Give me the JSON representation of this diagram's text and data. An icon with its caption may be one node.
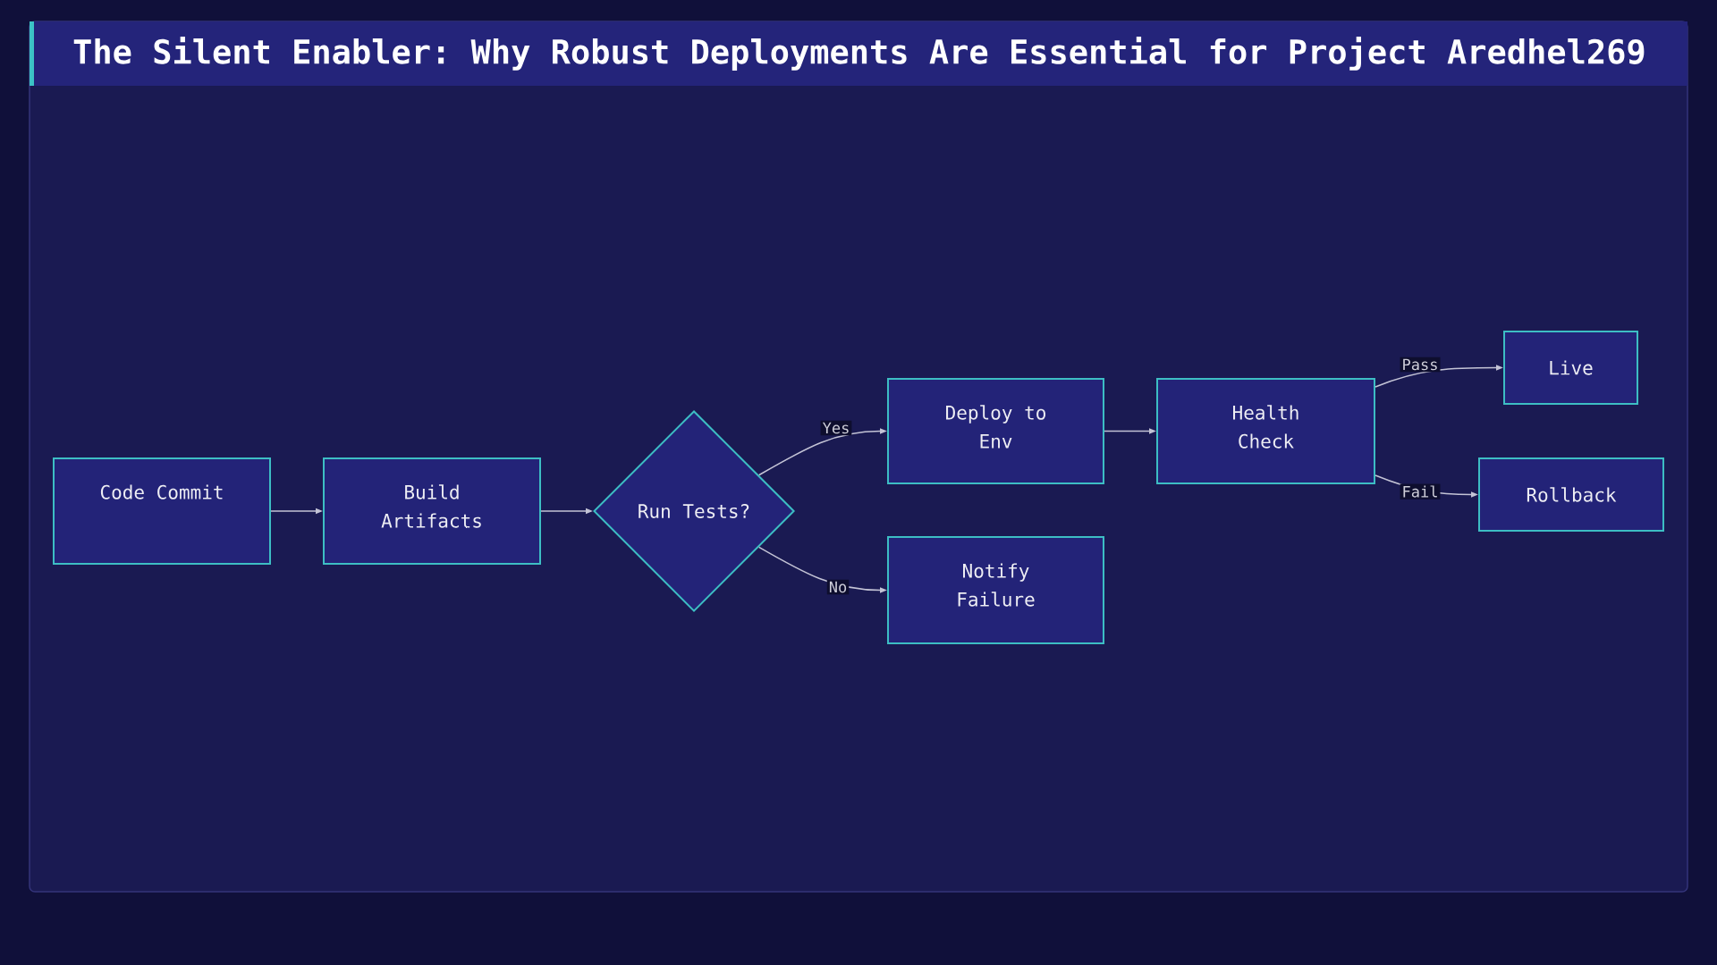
{
  "diagram": {
    "title": "The Silent Enabler: Why Robust Deployments Are Essential for Project Aredhel269",
    "nodes": [
      {
        "text": [
          "Code Commit"
        ]
      },
      {
        "text": [
          "Build Artifacts"
        ]
      },
      {
        "text": [
          "Run Tests?"
        ]
      },
      {
        "text": [
          "Deploy to Env"
        ]
      },
      {
        "text": [
          "Notify Failure"
        ]
      },
      {
        "text": [
          "Health Check"
        ]
      },
      {
        "text": [
          "Live"
        ]
      },
      {
        "text": [
          "Rollback"
        ]
      }
    ],
    "edges": [
      {
        "from": 0,
        "to": 1,
        "arrow": "to"
      },
      {
        "from": 1,
        "to": 2,
        "arrow": "to"
      },
      {
        "from": 2,
        "to": 3,
        "arrow": "to",
        "label": "Yes"
      },
      {
        "from": 2,
        "to": 4,
        "arrow": "to",
        "label": "No"
      },
      {
        "from": 3,
        "to": 5,
        "arrow": "to"
      },
      {
        "from": 5,
        "to": 6,
        "arrow": "to",
        "label": "Pass"
      },
      {
        "from": 5,
        "to": 7,
        "arrow": "to",
        "label": "Fail"
      }
    ]
  }
}
